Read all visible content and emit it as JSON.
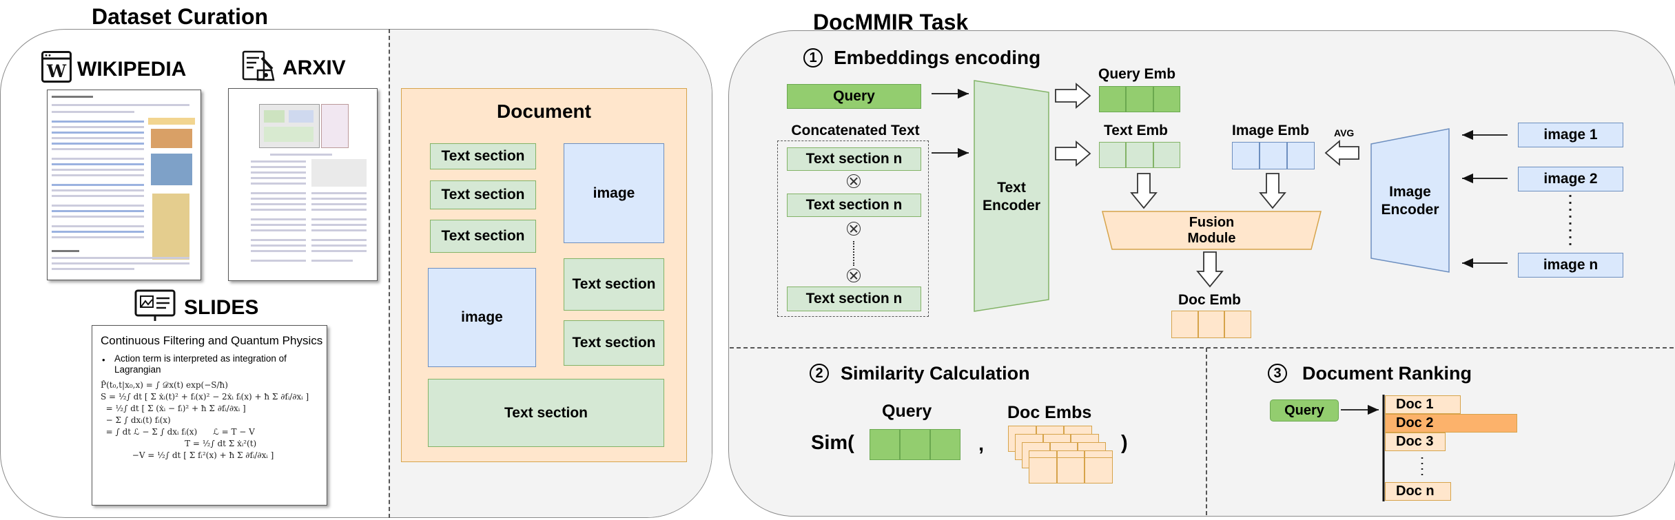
{
  "curation": {
    "title": "Dataset Curation",
    "wikipedia": "WIKIPEDIA",
    "arxiv": "ARXIV",
    "slides": "SLIDES",
    "slide_title": "Continuous Filtering and Quantum Physics",
    "slide_bullet": "Action term is interpreted as integration of Lagrangian",
    "document": {
      "title": "Document",
      "text_section": "Text section",
      "image": "image"
    }
  },
  "task": {
    "title": "DocMMIR Task",
    "step1": {
      "num": "1",
      "title": "Embeddings encoding",
      "query": "Query",
      "concat_title": "Concatenated Text",
      "text_section_n": "Text section n",
      "text_encoder_l1": "Text",
      "text_encoder_l2": "Encoder",
      "query_emb": "Query Emb",
      "text_emb": "Text Emb",
      "image_emb": "Image Emb",
      "avg": "AVG",
      "fusion_l1": "Fusion",
      "fusion_l2": "Module",
      "doc_emb": "Doc Emb",
      "image_encoder_l1": "Image",
      "image_encoder_l2": "Encoder",
      "images": [
        "image 1",
        "image 2",
        "image n"
      ]
    },
    "step2": {
      "num": "2",
      "title": "Similarity Calculation",
      "query": "Query",
      "doc_embs": "Doc Embs",
      "sim_open": "Sim(",
      "comma": ",",
      "close": ")"
    },
    "step3": {
      "num": "3",
      "title": "Document Ranking",
      "query": "Query",
      "docs": [
        "Doc 1",
        "Doc 2",
        "Doc 3",
        "Doc n"
      ]
    }
  }
}
